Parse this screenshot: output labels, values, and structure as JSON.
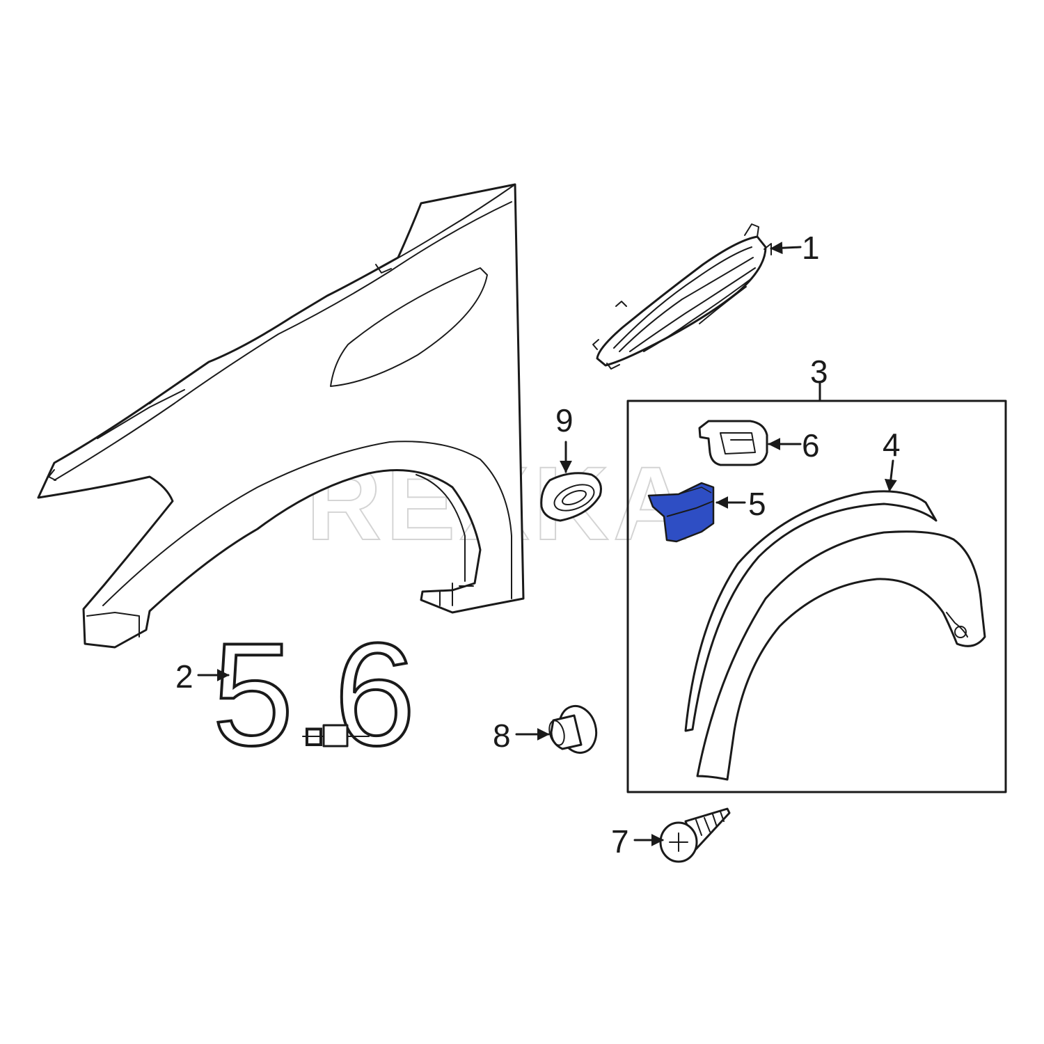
{
  "watermark": "REXKA",
  "emblem_text": "5.6",
  "highlight_color": "#2e4ec4",
  "callouts": {
    "c1": "1",
    "c2": "2",
    "c3": "3",
    "c4": "4",
    "c5": "5",
    "c6": "6",
    "c7": "7",
    "c8": "8",
    "c9": "9"
  }
}
